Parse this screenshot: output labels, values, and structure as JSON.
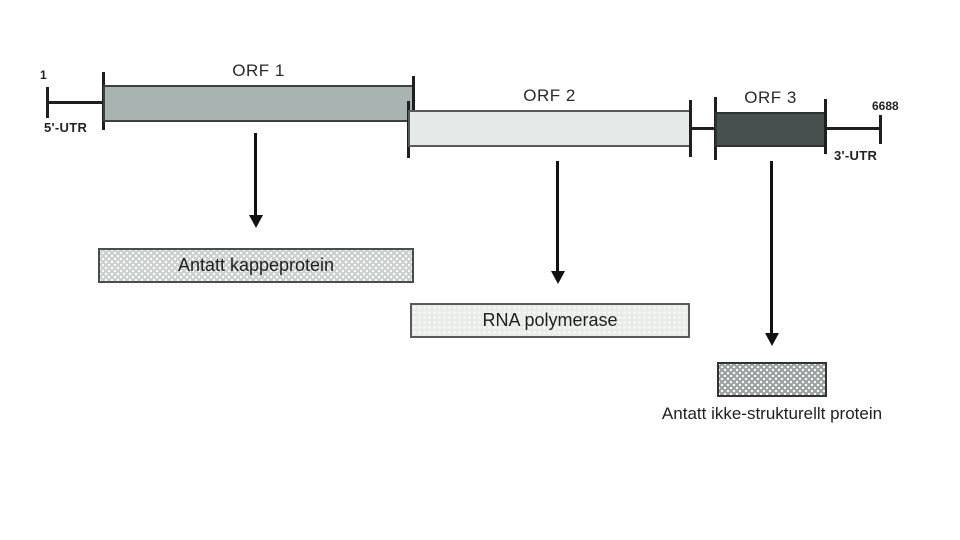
{
  "genome_map": {
    "start_coordinate": "1",
    "end_coordinate": "6688",
    "utr5_label": "5'-UTR",
    "utr3_label": "3'-UTR",
    "orfs": [
      {
        "label": "ORF 1",
        "fill": "#a9b3b2"
      },
      {
        "label": "ORF 2",
        "fill": "#e5e9e8"
      },
      {
        "label": "ORF 3",
        "fill": "#47504f"
      }
    ],
    "products": [
      {
        "label": "Antatt kappeprotein",
        "fill": "#c9cfcd"
      },
      {
        "label": "RNA polymerase",
        "fill": "#e9ebe9"
      },
      {
        "label": "Antatt ikke-strukturellt protein",
        "fill": "#989f9d"
      }
    ],
    "line_color": "#1f1f1f"
  }
}
